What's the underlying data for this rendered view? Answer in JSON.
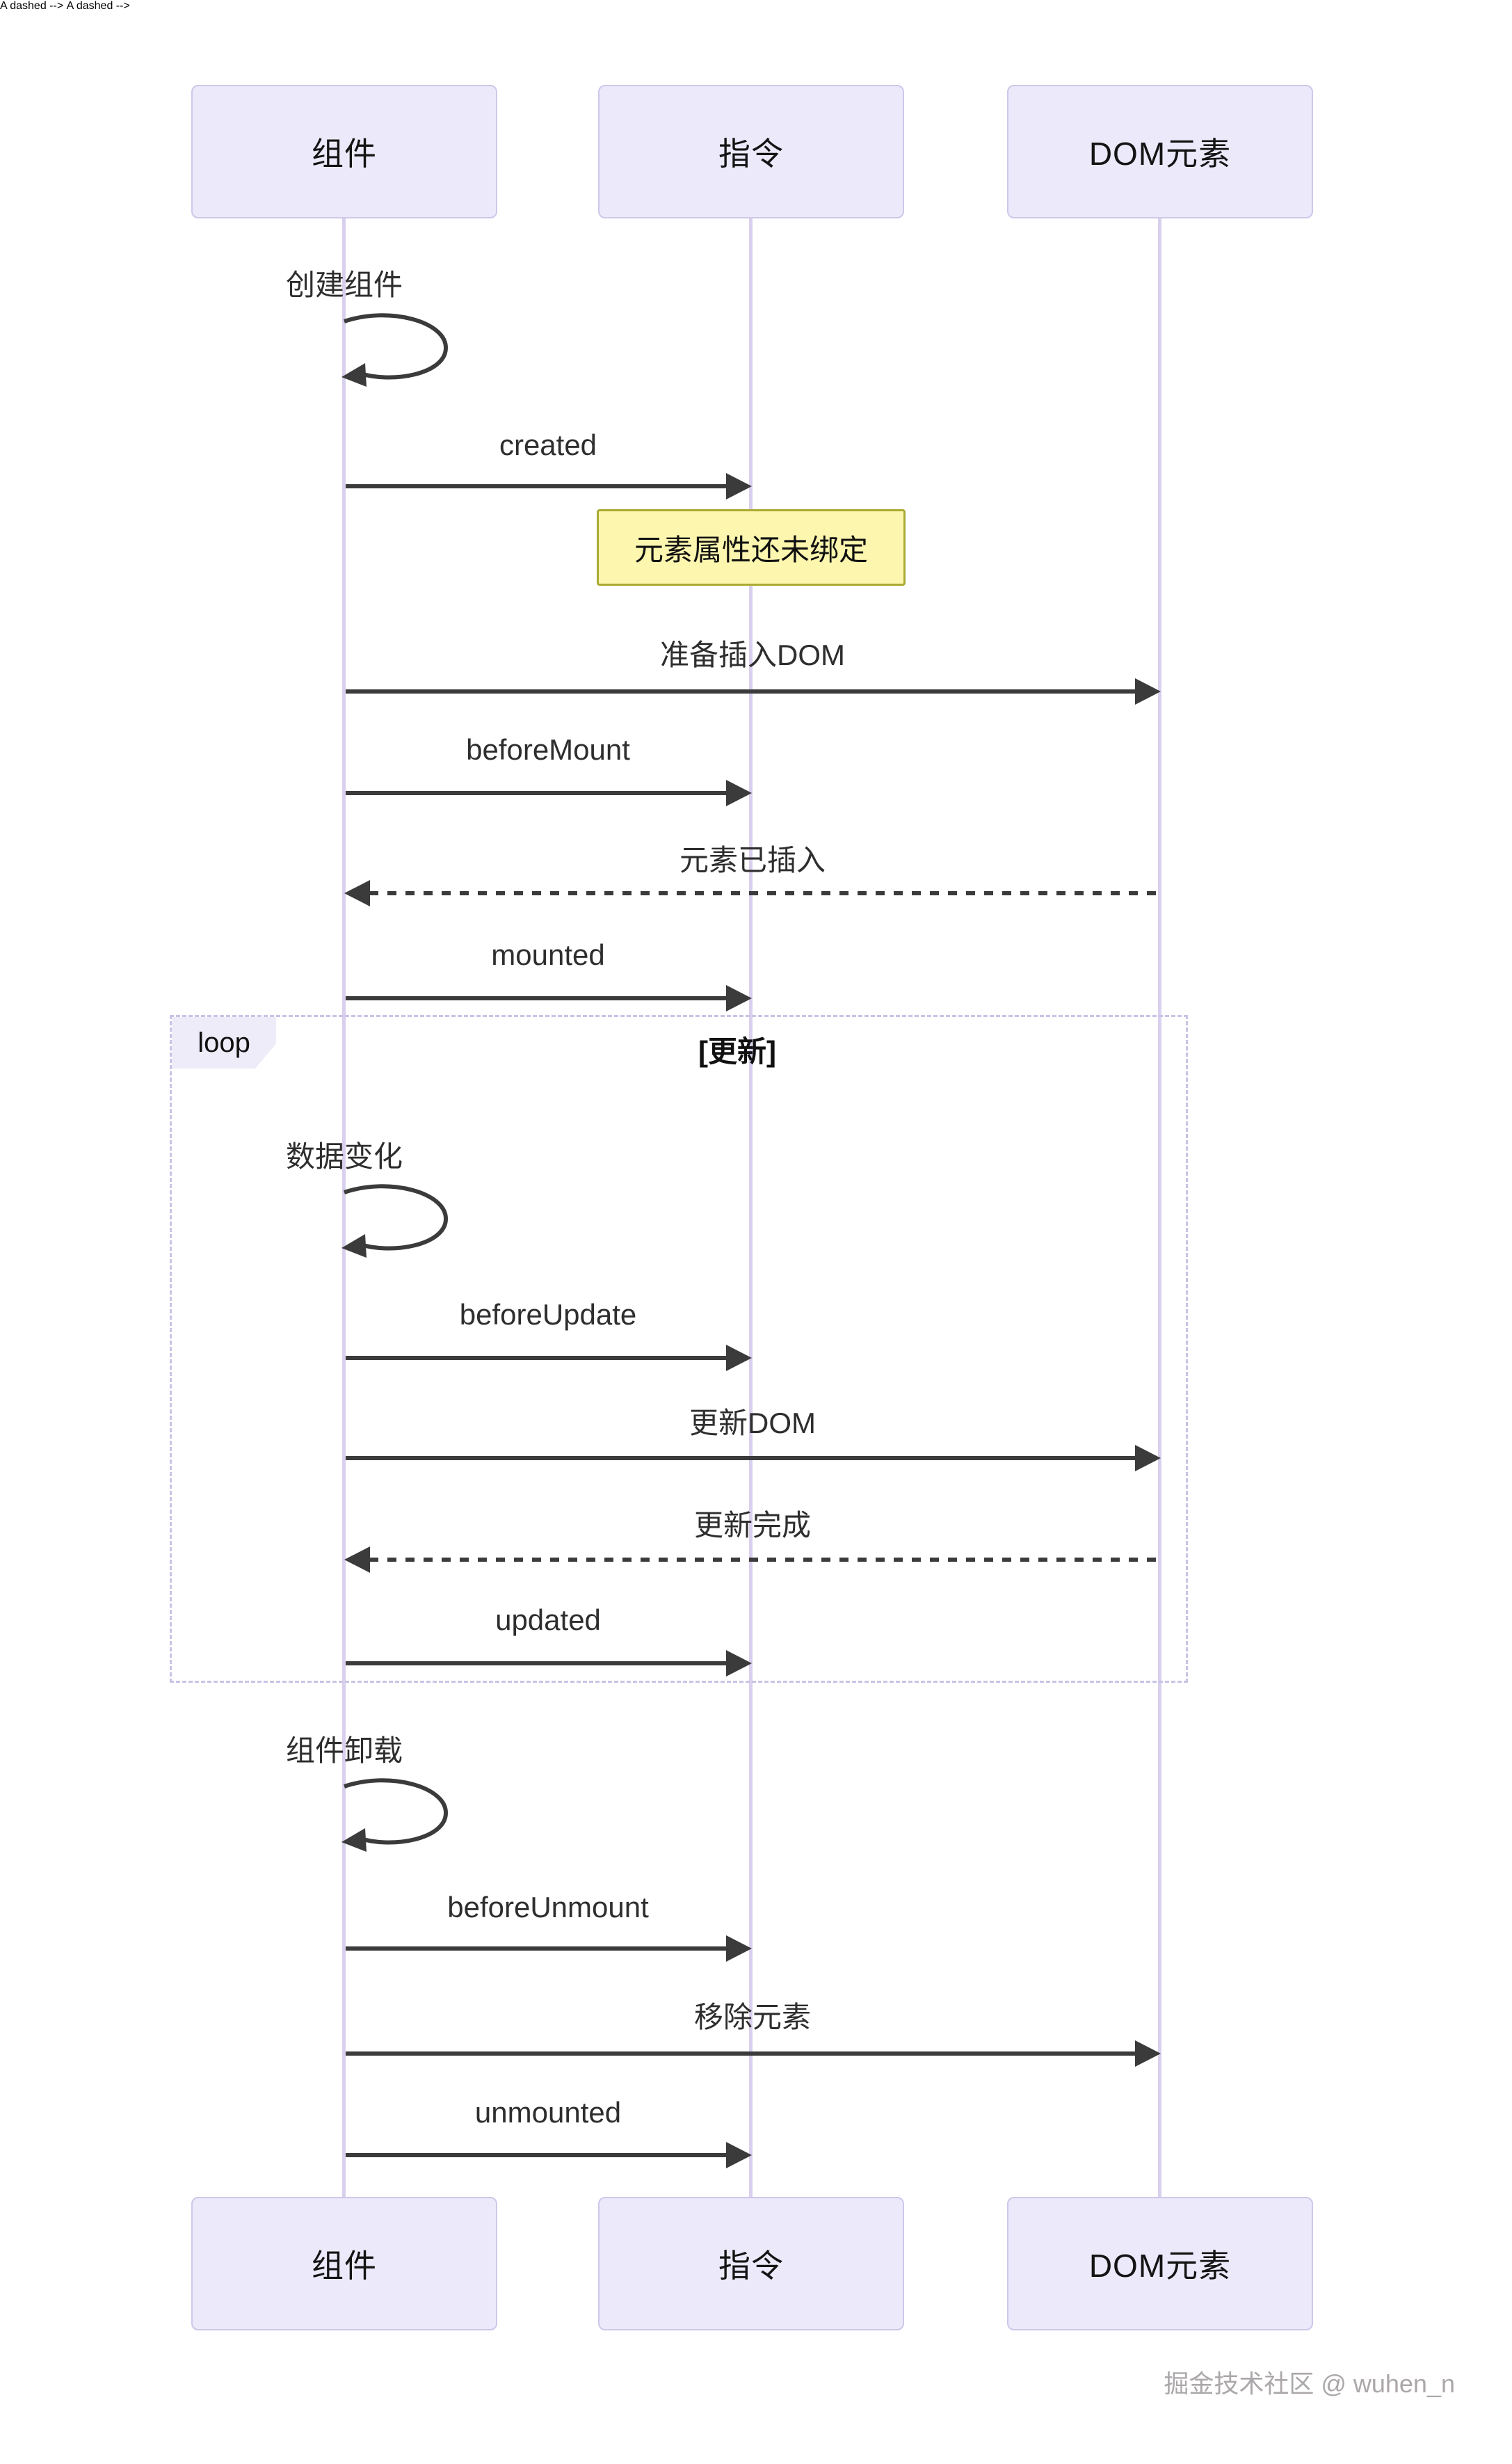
{
  "actors": {
    "component": "组件",
    "directive": "指令",
    "dom": "DOM元素"
  },
  "messages": {
    "create_component": "创建组件",
    "created": "created",
    "prepare_insert_dom": "准备插入DOM",
    "before_mount": "beforeMount",
    "element_inserted": "元素已插入",
    "mounted": "mounted",
    "data_change": "数据变化",
    "before_update": "beforeUpdate",
    "update_dom": "更新DOM",
    "update_complete": "更新完成",
    "updated": "updated",
    "unload_component": "组件卸载",
    "before_unmount": "beforeUnmount",
    "remove_element": "移除元素",
    "unmounted": "unmounted"
  },
  "note": {
    "text": "元素属性还未绑定"
  },
  "loop": {
    "label": "loop",
    "title": "[更新]"
  },
  "watermark": {
    "text": "掘金技术社区 @ wuhen_n"
  },
  "colors": {
    "actor_fill": "#ece9fa",
    "actor_border": "#cfc7ea",
    "lifeline": "#d9d0ee",
    "message_line": "#3b3b3b",
    "note_fill": "#fdf6af",
    "note_border": "#aaaa33",
    "loop_border": "#c9c3e6",
    "watermark_gray": "#aba7aa"
  }
}
